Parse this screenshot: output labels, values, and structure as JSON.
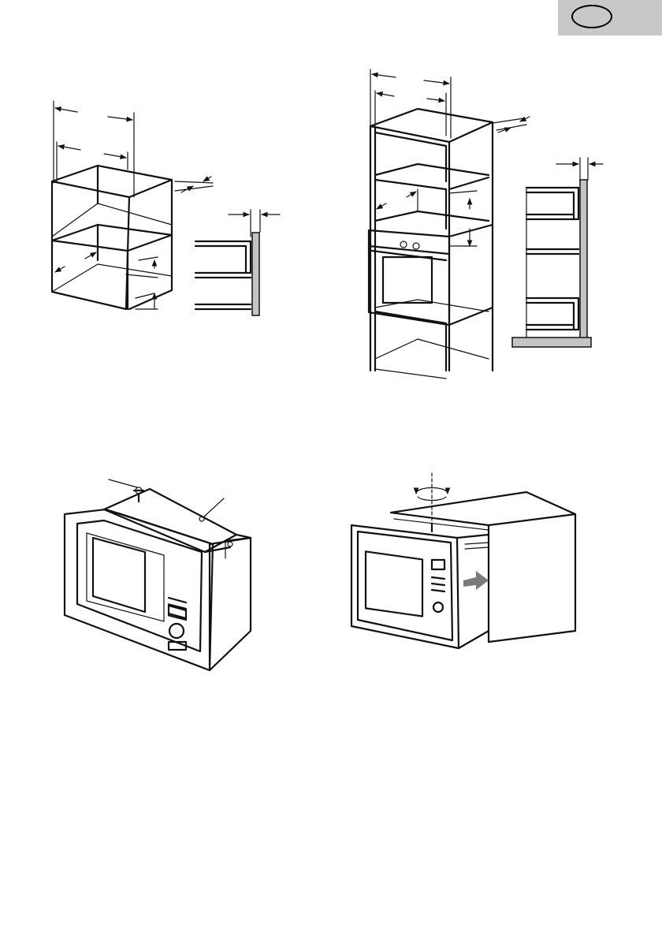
{
  "language_tab": {
    "label": "",
    "background": "#c8c8c8"
  },
  "figures": [
    {
      "id": "fig-cabinet-dimensions",
      "description": ""
    },
    {
      "id": "fig-tall-unit-dimensions",
      "description": ""
    },
    {
      "id": "fig-frame-screw-fixing",
      "description": ""
    },
    {
      "id": "fig-slide-into-cabinet",
      "description": ""
    }
  ],
  "icons": {
    "arrow": "arrow-icon",
    "screw": "screw-icon",
    "rotate": "rotate-icon",
    "push_arrow": "push-arrow-icon"
  },
  "colors": {
    "line": "#111111",
    "wall_fill": "#c4c4c4",
    "tab_fill": "#c8c8c8",
    "push_arrow": "#7a7a7a"
  }
}
